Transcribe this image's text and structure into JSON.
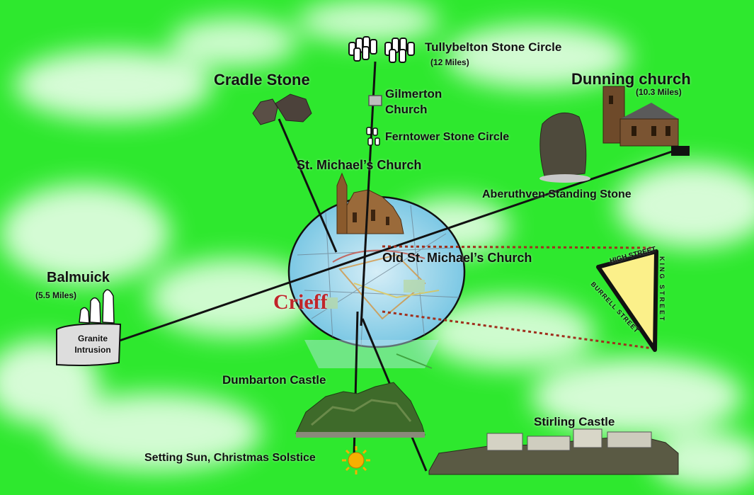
{
  "colors": {
    "background": "#2ee82e",
    "cloud": "#ffffff",
    "line": "#111111",
    "dotted_line": "#a0301e",
    "crieff_text": "#c0262a",
    "triangle_fill": "#fbf08a",
    "circle_fill": "#9ad8ee"
  },
  "labels": {
    "tullybelton": "Tullybelton Stone Circle",
    "tullybelton_dist": "(12 Miles)",
    "cradle_stone": "Cradle Stone",
    "gilmerton": "Gilmerton Church",
    "dunning": "Dunning church",
    "dunning_dist": "(10.3 Miles)",
    "ferntower": "Ferntower Stone Circle",
    "st_michaels": "St. Michael’s Church",
    "aberuthven": "Aberuthven Standing Stone",
    "old_st_michaels": "Old St. Michael’s Church",
    "balmuick": "Balmuick",
    "balmuick_dist": "(5.5 Miles)",
    "granite": "Granite Intrusion",
    "crieff": "Crieff",
    "dumbarton": "Dumbarton Castle",
    "stirling": "Stirling Castle",
    "setting_sun": "Setting Sun, Christmas Solstice",
    "high_street": "HIGH STREET",
    "king_street": "KING STREET",
    "burrell_street": "BURRELL STREET"
  },
  "icons": {
    "stone_circle": "stone-circle-icon",
    "church": "church-icon",
    "sun": "sun-icon",
    "castle": "castle-icon",
    "standing_stone": "standing-stone-icon"
  }
}
